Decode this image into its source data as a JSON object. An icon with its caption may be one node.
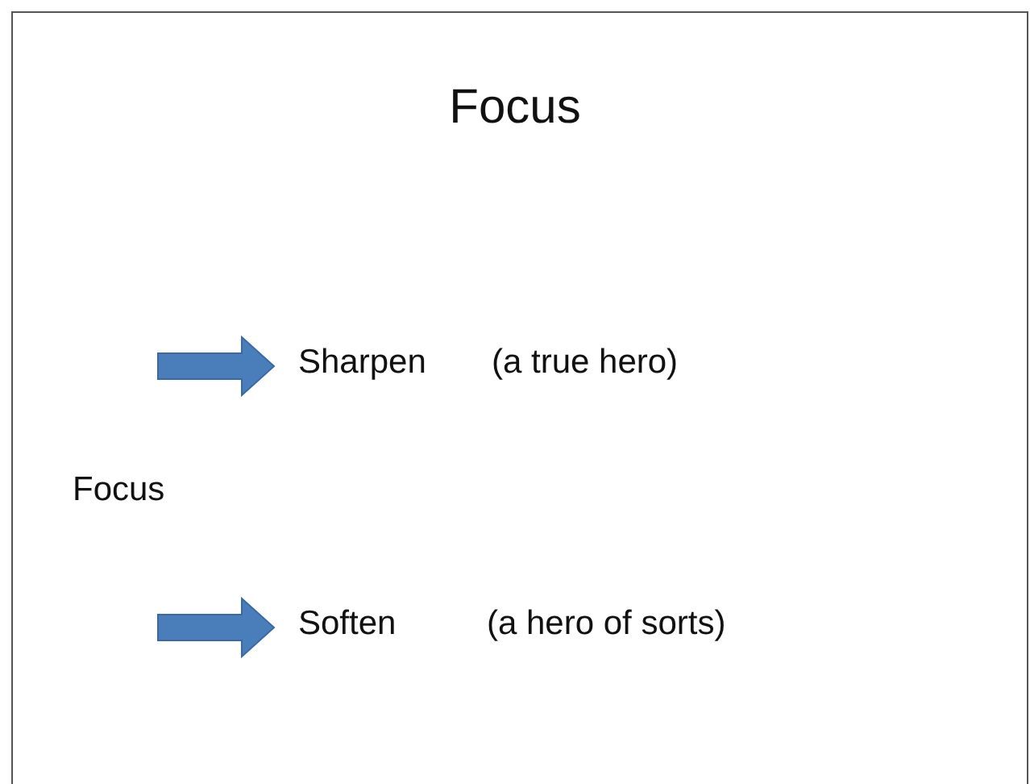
{
  "diagram": {
    "title": "Focus",
    "nodes": [
      {
        "text": [
          "Sharpen"
        ],
        "beside": [
          "(a true hero)"
        ]
      },
      {
        "text": [
          "Soften"
        ],
        "beside": [
          "(a hero of sorts)"
        ]
      }
    ],
    "edges": [
      {
        "from": null,
        "to": 0,
        "arrow": "to"
      },
      {
        "from": null,
        "to": 1,
        "arrow": "to"
      }
    ],
    "labels": [
      "Focus"
    ]
  }
}
